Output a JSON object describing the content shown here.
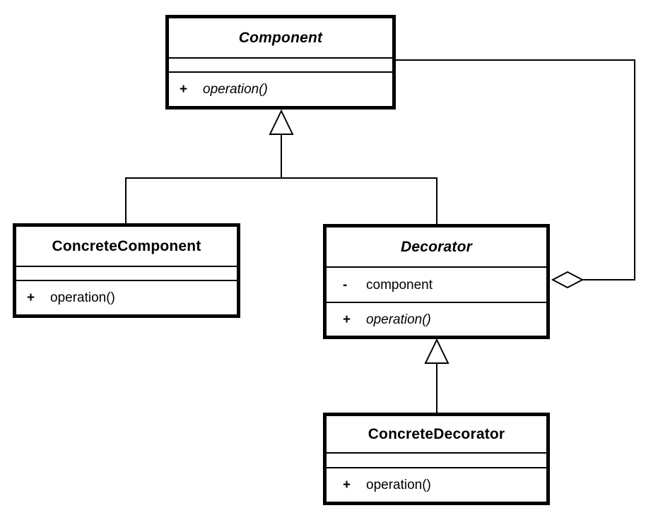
{
  "diagram": {
    "kind": "uml-class-diagram",
    "pattern": "Decorator",
    "colors": {
      "line": "#000000",
      "box_fill": "#ffffff",
      "background": "#ffffff",
      "text": "#000000"
    },
    "classes": [
      {
        "id": "component",
        "name": "Component",
        "abstract": true,
        "attributes": [],
        "operations": [
          {
            "visibility": "+",
            "signature": "operation()",
            "abstract": true
          }
        ]
      },
      {
        "id": "concrete-component",
        "name": "ConcreteComponent",
        "abstract": false,
        "attributes": [],
        "operations": [
          {
            "visibility": "+",
            "signature": "operation()",
            "abstract": false
          }
        ]
      },
      {
        "id": "decorator",
        "name": "Decorator",
        "abstract": true,
        "attributes": [
          {
            "visibility": "-",
            "name": "component"
          }
        ],
        "operations": [
          {
            "visibility": "+",
            "signature": "operation()",
            "abstract": true
          }
        ]
      },
      {
        "id": "concrete-decorator",
        "name": "ConcreteDecorator",
        "abstract": false,
        "attributes": [],
        "operations": [
          {
            "visibility": "+",
            "signature": "operation()",
            "abstract": false
          }
        ]
      }
    ],
    "relationships": [
      {
        "type": "generalization",
        "from": "ConcreteComponent",
        "to": "Component",
        "arrowhead": "hollow-triangle"
      },
      {
        "type": "generalization",
        "from": "Decorator",
        "to": "Component",
        "arrowhead": "hollow-triangle"
      },
      {
        "type": "generalization",
        "from": "ConcreteDecorator",
        "to": "Decorator",
        "arrowhead": "hollow-triangle"
      },
      {
        "type": "aggregation",
        "from": "Decorator",
        "to": "Component",
        "arrowhead": "hollow-diamond"
      }
    ]
  }
}
